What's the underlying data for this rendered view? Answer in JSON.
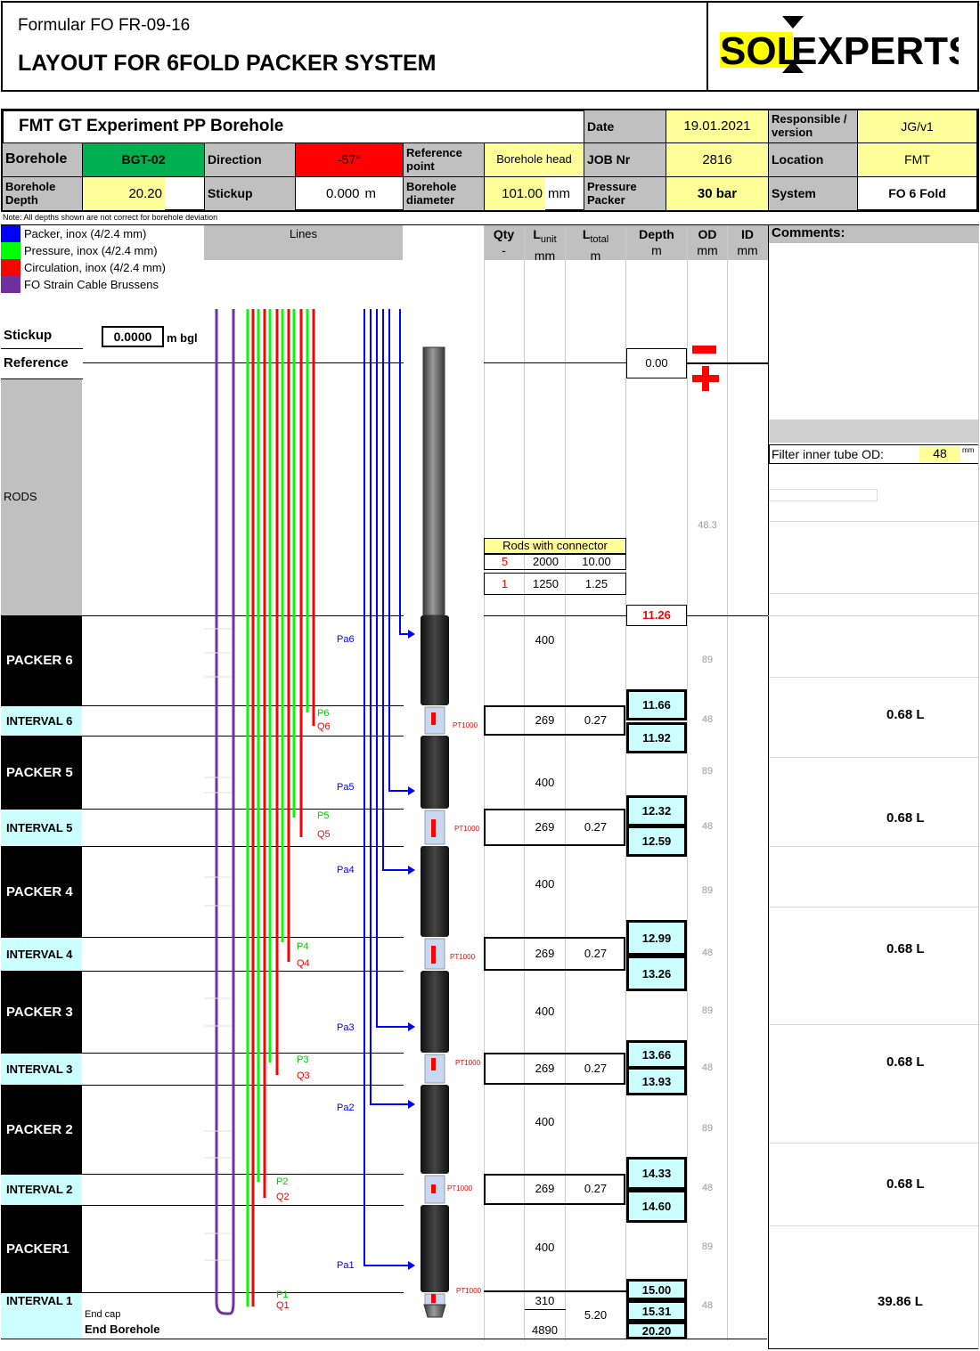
{
  "form": {
    "code": "Formular FO FR-09-16",
    "title": "LAYOUT FOR 6FOLD PACKER SYSTEM",
    "logo_text": "SOLEXPERTS"
  },
  "header": {
    "experiment": "FMT GT Experiment PP Borehole",
    "date_label": "Date",
    "date_value": "19.01.2021",
    "responsible_label": "Responsible  / version",
    "responsible_value": "JG/v1",
    "borehole_label": "Borehole",
    "borehole_value": "BGT-02",
    "direction_label": "Direction",
    "direction_value": "-57°",
    "refpoint_label": "Reference point",
    "refpoint_value": "Borehole head",
    "job_label": "JOB Nr",
    "job_value": "2816",
    "location_label": "Location",
    "location_value": "FMT",
    "bhdepth_label": "Borehole Depth",
    "bhdepth_value": "20.20",
    "stickup_label": "Stickup",
    "stickup_value": "0.000",
    "stickup_unit": "m",
    "diameter_label": "Borehole diameter",
    "diameter_value": "101.00",
    "diameter_unit": "mm",
    "pressure_label": "Pressure Packer",
    "pressure_value": "30 bar",
    "system_label": "System",
    "system_value": "FO 6 Fold",
    "note": "Note: All depths shown are not correct for borehole deviation"
  },
  "legend": {
    "items": [
      {
        "label": "Packer, inox (4/2.4 mm)",
        "color": "#0000ff"
      },
      {
        "label": "Pressure, inox (4/2.4 mm)",
        "color": "#00ff00"
      },
      {
        "label": "Circulation, inox (4/2.4 mm)",
        "color": "#ff0000"
      },
      {
        "label": "FO Strain Cable Brussens",
        "color": "#7030a0"
      }
    ],
    "lines_header": "Lines"
  },
  "columns": {
    "qty": "Qty",
    "qty_unit": "-",
    "lunit": "L",
    "lunit_sub": "unit",
    "lunit_unit": "mm",
    "ltotal": "L",
    "ltotal_sub": "total",
    "ltotal_unit": "m",
    "depth": "Depth",
    "depth_unit": "m",
    "od": "OD",
    "od_unit": "mm",
    "id": "ID",
    "id_unit": "mm",
    "comments": "Comments:"
  },
  "stickup_row": {
    "label": "Stickup",
    "value": "0.0000",
    "unit": "m bgl"
  },
  "reference_row": {
    "label": "Reference",
    "depth": "0.00"
  },
  "rods": {
    "label": "RODS",
    "od": "48.3",
    "filter_label": "Filter inner tube OD:",
    "filter_value": "48",
    "filter_unit": "mm",
    "connector_title": "Rods with connector",
    "connector_rows": [
      {
        "qty": "5",
        "lunit": "2000",
        "ltotal": "10.00"
      },
      {
        "qty": "1",
        "lunit": "1250",
        "ltotal": "1.25"
      }
    ],
    "end_depth": "11.26"
  },
  "sections": [
    {
      "label": "PACKER 6",
      "lunit": "400",
      "od": "89",
      "line": "Pa6"
    },
    {
      "label": "INTERVAL 6",
      "lunit": "269",
      "ltotal": "0.27",
      "od": "48",
      "d1": "11.66",
      "d2": "11.92",
      "vol": "0.68",
      "vol_unit": "L",
      "p": "P6",
      "q": "Q6",
      "sensor": "PT1000"
    },
    {
      "label": "PACKER 5",
      "lunit": "400",
      "od": "89",
      "line": "Pa5"
    },
    {
      "label": "INTERVAL 5",
      "lunit": "269",
      "ltotal": "0.27",
      "od": "48",
      "d1": "12.32",
      "d2": "12.59",
      "vol": "0.68",
      "vol_unit": "L",
      "p": "P5",
      "q": "Q5",
      "sensor": "PT1000"
    },
    {
      "label": "PACKER 4",
      "lunit": "400",
      "od": "89",
      "line": "Pa4"
    },
    {
      "label": "INTERVAL 4",
      "lunit": "269",
      "ltotal": "0.27",
      "od": "48",
      "d1": "12.99",
      "d2": "13.26",
      "vol": "0.68",
      "vol_unit": "L",
      "p": "P4",
      "q": "Q4",
      "sensor": "PT1000"
    },
    {
      "label": "PACKER 3",
      "lunit": "400",
      "od": "89",
      "line": "Pa3"
    },
    {
      "label": "INTERVAL 3",
      "lunit": "269",
      "ltotal": "0.27",
      "od": "48",
      "d1": "13.66",
      "d2": "13.93",
      "vol": "0.68",
      "vol_unit": "L",
      "p": "P3",
      "q": "Q3",
      "sensor": "PT1000"
    },
    {
      "label": "PACKER 2",
      "lunit": "400",
      "od": "89",
      "line": "Pa2"
    },
    {
      "label": "INTERVAL 2",
      "lunit": "269",
      "ltotal": "0.27",
      "od": "48",
      "d1": "14.33",
      "d2": "14.60",
      "vol": "0.68",
      "vol_unit": "L",
      "p": "P2",
      "q": "Q2",
      "sensor": "PT1000"
    },
    {
      "label": "PACKER1",
      "lunit": "400",
      "od": "89",
      "line": "Pa1"
    },
    {
      "label": "INTERVAL 1",
      "lunit": "310",
      "lunit2": "4890",
      "ltotal": "5.20",
      "od": "48",
      "d1": "15.00",
      "d2": "15.31",
      "d3": "20.20",
      "vol": "39.86",
      "vol_unit": "L",
      "p": "P1",
      "q": "Q1",
      "sensor": "PT1000",
      "endcap": "End cap",
      "endbh": "End Borehole"
    }
  ],
  "colors": {
    "packer": "#0000ff",
    "pressure": "#00ff00",
    "circulation": "#ff0000",
    "fo": "#7030a0",
    "interval_bg": "#ccffff",
    "highlight": "#ffff99"
  }
}
